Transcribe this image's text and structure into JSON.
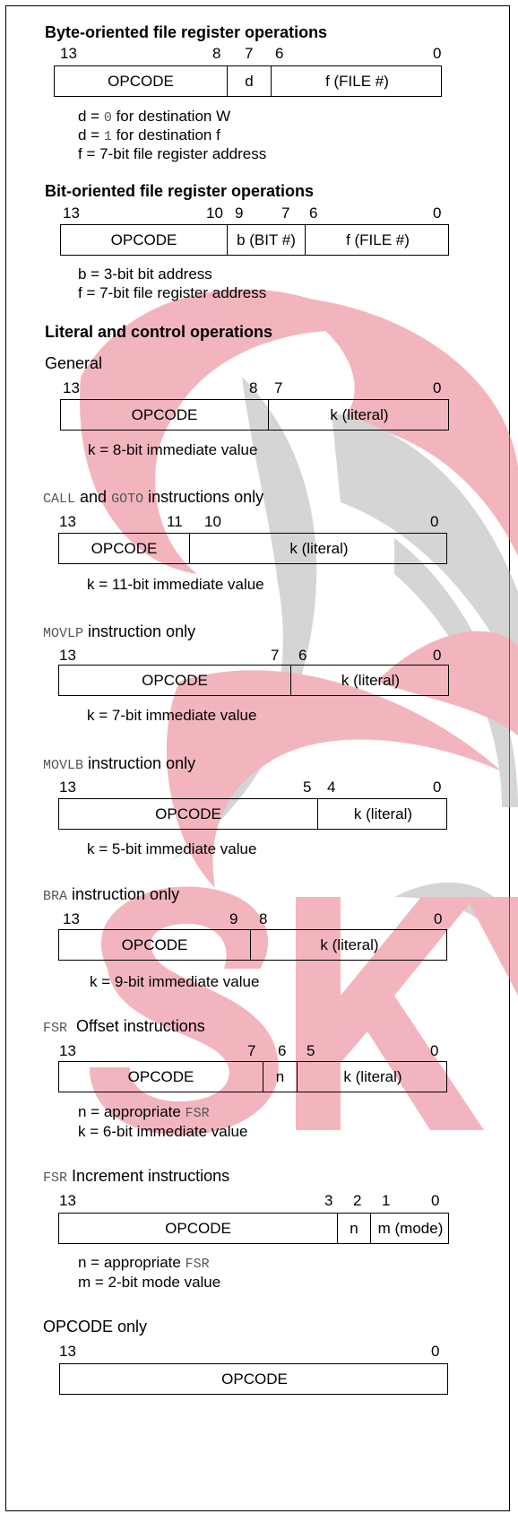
{
  "sections": {
    "byte": {
      "heading": "Byte-oriented file register operations",
      "bits": [
        "13",
        "8",
        "7",
        "6",
        "0"
      ],
      "fields": [
        "OPCODE",
        "d",
        "f (FILE #)"
      ],
      "notes": [
        {
          "pre": "d = ",
          "code": "0",
          "post": " for destination W"
        },
        {
          "pre": "d = ",
          "code": "1",
          "post": " for destination f"
        },
        {
          "pre": "f = 7-bit file register address",
          "code": "",
          "post": ""
        }
      ]
    },
    "bit": {
      "heading": "Bit-oriented file register operations",
      "bits": [
        "13",
        "10",
        "9",
        "7",
        "6",
        "0"
      ],
      "fields": [
        "OPCODE",
        "b (BIT #)",
        "f (FILE #)"
      ],
      "notes": [
        "b = 3-bit bit address",
        "f = 7-bit file register address"
      ]
    },
    "literal": {
      "heading": "Literal and control operations"
    },
    "general": {
      "heading": "General",
      "bits": [
        "13",
        "8",
        "7",
        "0"
      ],
      "fields": [
        "OPCODE",
        "k (literal)"
      ],
      "notes": [
        "k = 8-bit immediate value"
      ]
    },
    "callgoto": {
      "code1": "CALL",
      "mid": " and ",
      "code2": "GOTO",
      "post": " instructions only",
      "bits": [
        "13",
        "11",
        "10",
        "0"
      ],
      "fields": [
        "OPCODE",
        "k (literal)"
      ],
      "notes": [
        "k = 11-bit immediate value"
      ]
    },
    "movlp": {
      "code": "MOVLP",
      "post": " instruction only",
      "bits": [
        "13",
        "7",
        "6",
        "0"
      ],
      "fields": [
        "OPCODE",
        "k (literal)"
      ],
      "notes": [
        "k = 7-bit immediate value"
      ]
    },
    "movlb": {
      "code": "MOVLB",
      "post": " instruction only",
      "bits": [
        "13",
        "5",
        "4",
        "0"
      ],
      "fields": [
        "OPCODE",
        "k (literal)"
      ],
      "notes": [
        "k = 5-bit immediate value"
      ]
    },
    "bra": {
      "code": "BRA",
      "post": " instruction only",
      "bits": [
        "13",
        "9",
        "8",
        "0"
      ],
      "fields": [
        "OPCODE",
        "k (literal)"
      ],
      "notes": [
        "k = 9-bit immediate value"
      ]
    },
    "fsroff": {
      "code": "FSR",
      "post": "  Offset instructions",
      "bits": [
        "13",
        "7",
        "6",
        "5",
        "0"
      ],
      "fields": [
        "OPCODE",
        "n",
        "k (literal)"
      ],
      "notes": [
        {
          "pre": "n = appropriate ",
          "code": "FSR"
        },
        {
          "pre": "k = 6-bit immediate value",
          "code": ""
        }
      ]
    },
    "fsrinc": {
      "code": "FSR",
      "post": " Increment instructions",
      "bits": [
        "13",
        "3",
        "2",
        "1",
        "0"
      ],
      "fields": [
        "OPCODE",
        "n",
        "m (mode)"
      ],
      "notes": [
        {
          "pre": "n = appropriate ",
          "code": "FSR"
        },
        {
          "pre": "m = 2-bit mode value",
          "code": ""
        }
      ]
    },
    "opcodeonly": {
      "heading": "OPCODE only",
      "bits": [
        "13",
        "0"
      ],
      "fields": [
        "OPCODE"
      ]
    }
  },
  "watermark": {
    "text": "SKY",
    "colors": {
      "red": "#e8798a",
      "gray": "#b3b3b3"
    }
  }
}
